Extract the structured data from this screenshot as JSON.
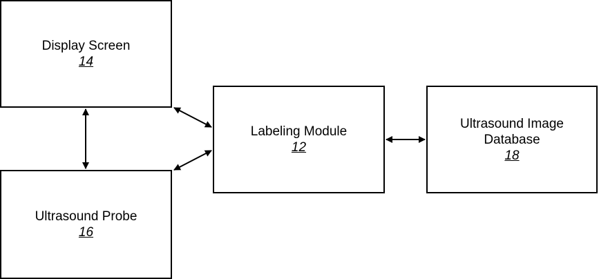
{
  "blocks": {
    "display_screen": {
      "label": "Display Screen",
      "ref": "14"
    },
    "labeling_module": {
      "label": "Labeling Module",
      "ref": "12"
    },
    "ultrasound_probe": {
      "label": "Ultrasound Probe",
      "ref": "16"
    },
    "image_database": {
      "label": "Ultrasound Image Database",
      "ref": "18"
    }
  },
  "connections": [
    {
      "from": "display_screen",
      "to": "ultrasound_probe",
      "type": "bidirectional"
    },
    {
      "from": "display_screen",
      "to": "labeling_module",
      "type": "bidirectional"
    },
    {
      "from": "ultrasound_probe",
      "to": "labeling_module",
      "type": "bidirectional"
    },
    {
      "from": "labeling_module",
      "to": "image_database",
      "type": "bidirectional"
    }
  ]
}
